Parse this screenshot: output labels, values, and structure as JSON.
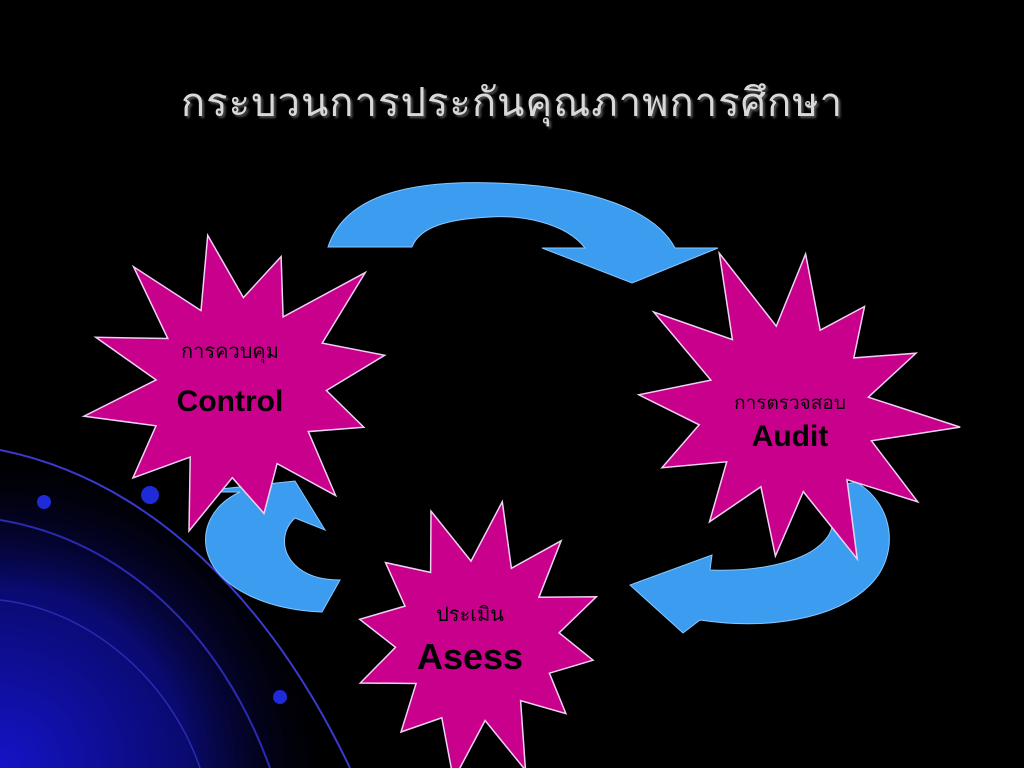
{
  "title": "กระบวนการประกันคุณภาพการศึกษา",
  "stages": {
    "control": {
      "thai": "การควบคุม",
      "english": "Control"
    },
    "audit": {
      "thai": "การตรวจสอบ",
      "english": "Audit"
    },
    "assess": {
      "thai": "ประเมิน",
      "english": "Asess"
    }
  },
  "colors": {
    "background": "#000000",
    "burst_fill": "#c8008c",
    "burst_stroke": "#f0d0f0",
    "arrow_fill": "#3c9cf0",
    "corner_accent": "#1010b0"
  }
}
